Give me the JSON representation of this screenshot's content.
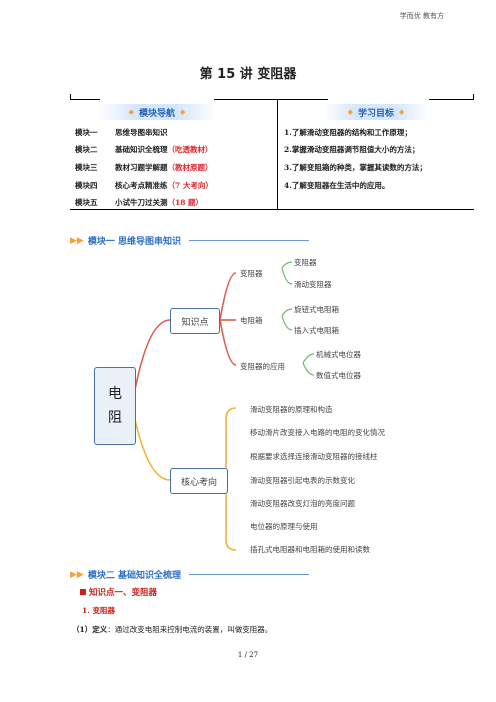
{
  "header": {
    "text": "学而优 教有方"
  },
  "title": "第 15 讲  变阻器",
  "nav": {
    "left_pill": "模块导航",
    "right_pill": "学习目标",
    "modules": [
      {
        "key": "模块一",
        "text": "思维导图串知识",
        "highlight": ""
      },
      {
        "key": "模块二",
        "text": "基础知识全梳理",
        "highlight": "（吃透教材）"
      },
      {
        "key": "模块三",
        "text": "教材习题学解题",
        "highlight": "（教材原题）"
      },
      {
        "key": "模块四",
        "text": "核心考点精准练",
        "highlight": "（7 大考向）"
      },
      {
        "key": "模块五",
        "text": "小试牛刀过关测",
        "highlight": "（18 题）"
      }
    ],
    "goals": [
      "1.了解滑动变阻器的结构和工作原理；",
      "2.掌握滑动变阻器调节阻值大小的方法；",
      "3.了解变阻箱的种类，掌握其读数的方法；",
      "4.了解变阻器在生活中的应用。"
    ]
  },
  "section1": {
    "title": "模块一 思维导图串知识"
  },
  "mindmap": {
    "root": [
      "电",
      "阻"
    ],
    "branch_a": "知识点",
    "branch_b": "核心考向",
    "a_children": [
      {
        "label": "变阻器",
        "leaves": [
          "变阻器",
          "滑动变阻器"
        ]
      },
      {
        "label": "电阻箱",
        "leaves": [
          "旋钮式电阻箱",
          "插入式电阻箱"
        ]
      },
      {
        "label": "变阻器的应用",
        "leaves": [
          "机械式电位器",
          "数值式电位器"
        ]
      }
    ],
    "b_children": [
      "滑动变阻器的原理和构造",
      "移动滑片改变接入电路的电阻的变化情况",
      "根据要求选择连接滑动变阻器的接线柱",
      "滑动变阻器引起电表的示数变化",
      "滑动变阻器改变灯泡的亮度问题",
      "电位器的原理与使用",
      "插孔式电阻器和电阻箱的使用和读数"
    ]
  },
  "section2": {
    "title": "模块二 基础知识全梳理"
  },
  "knowledge1": {
    "head": "知识点一、变阻器"
  },
  "item1": {
    "label": "1.   变阻器"
  },
  "definition": {
    "prefix": "（1）定义",
    "text": "：通过改变电阻来控制电流的装置，叫做变阻器。"
  },
  "page_number": "1  /  27",
  "colors": {
    "accent_blue": "#2f6fc4",
    "red": "#e0262c",
    "orange": "#f2a33c",
    "green": "#6bb86e"
  }
}
